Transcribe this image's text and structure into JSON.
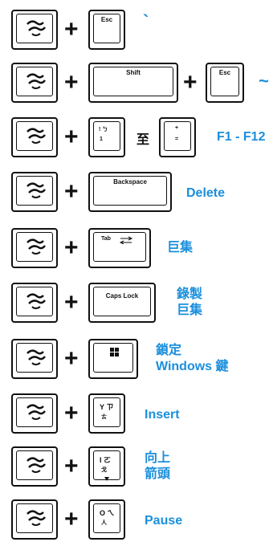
{
  "rows": [
    {
      "key1": "Esc",
      "result": "`"
    },
    {
      "key1": "Shift",
      "key2": "Esc",
      "result": "~"
    },
    {
      "key1_top": "! ㄅ",
      "key1_bottom": "1",
      "between": "至",
      "key2_top": "+",
      "key2_bottom": "=",
      "result": "F1 - F12"
    },
    {
      "key1": "Backspace",
      "result": "Delete"
    },
    {
      "key1": "Tab",
      "result": "巨集"
    },
    {
      "key1": "Caps Lock",
      "result_line1": "錄製",
      "result_line2": "巨集"
    },
    {
      "key1": "⊞",
      "result_line1": "鎖定",
      "result_line2": "Windows 鍵"
    },
    {
      "key1_top": "Y ㄗ",
      "key1_bottom": "ㄊ",
      "result": "Insert"
    },
    {
      "key1_top": "I ㄛ",
      "key1_bottom": "戈",
      "result_line1": "向上",
      "result_line2": "箭頭"
    },
    {
      "key1_top": "O ㄟ",
      "key1_bottom": "人",
      "result": "Pause"
    }
  ],
  "plus_symbol": "+",
  "colors": {
    "accent": "#1b8fdc",
    "key_outline": "#111111"
  },
  "icons": {
    "fn_key": "fn-swirl-icon"
  }
}
